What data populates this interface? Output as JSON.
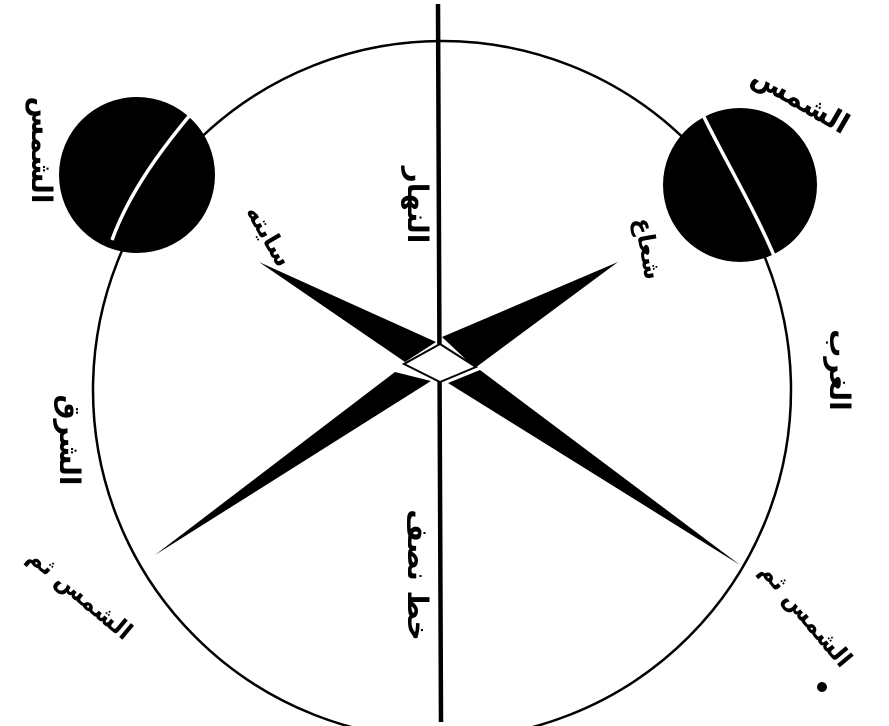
{
  "diagram": {
    "labels": {
      "sun_left": "الشمس",
      "sun_right": "الشمس",
      "meridian_upper": "النهار",
      "meridian_lower": "خط نصف",
      "east": "الشرق",
      "west": "الغرب",
      "ray_left": "سايته",
      "ray_right": "شعاع",
      "corner_left": "الشمس ثم",
      "corner_right": "الشمس ثم"
    },
    "colors": {
      "ink": "#000000",
      "paper": "#ffffff"
    }
  }
}
